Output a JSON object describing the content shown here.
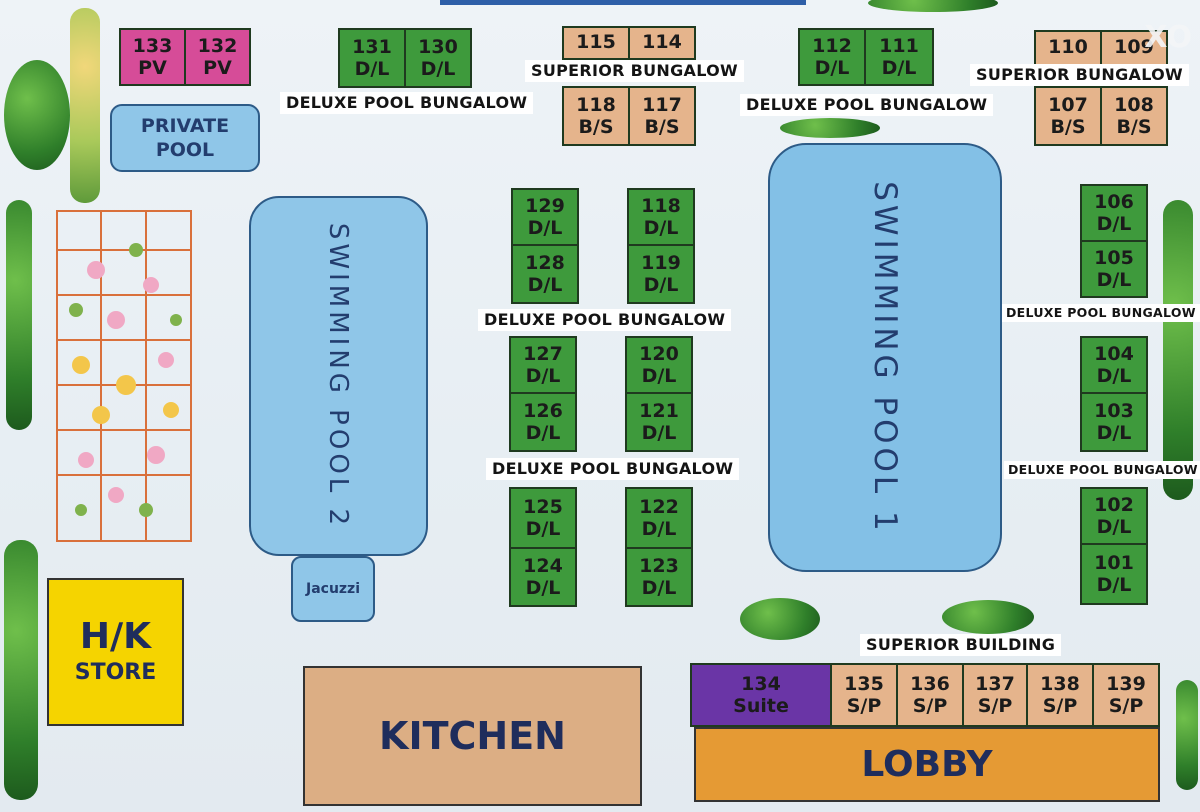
{
  "rooms": [
    {
      "id": "r133",
      "number": "133",
      "type": "PV"
    },
    {
      "id": "r132",
      "number": "132",
      "type": "PV"
    },
    {
      "id": "r131",
      "number": "131",
      "type": "D/L"
    },
    {
      "id": "r130",
      "number": "130",
      "type": "D/L"
    },
    {
      "id": "r115",
      "number": "115",
      "type": ""
    },
    {
      "id": "r114",
      "number": "114",
      "type": ""
    },
    {
      "id": "r118a",
      "number": "118",
      "type": "B/S"
    },
    {
      "id": "r117",
      "number": "117",
      "type": "B/S"
    },
    {
      "id": "r112",
      "number": "112",
      "type": "D/L"
    },
    {
      "id": "r111",
      "number": "111",
      "type": "D/L"
    },
    {
      "id": "r110",
      "number": "110",
      "type": ""
    },
    {
      "id": "r109",
      "number": "109",
      "type": ""
    },
    {
      "id": "r107",
      "number": "107",
      "type": "B/S"
    },
    {
      "id": "r108",
      "number": "108",
      "type": "B/S"
    },
    {
      "id": "r129",
      "number": "129",
      "type": "D/L"
    },
    {
      "id": "r128",
      "number": "128",
      "type": "D/L"
    },
    {
      "id": "r118b",
      "number": "118",
      "type": "D/L"
    },
    {
      "id": "r119",
      "number": "119",
      "type": "D/L"
    },
    {
      "id": "r127",
      "number": "127",
      "type": "D/L"
    },
    {
      "id": "r126",
      "number": "126",
      "type": "D/L"
    },
    {
      "id": "r120",
      "number": "120",
      "type": "D/L"
    },
    {
      "id": "r121",
      "number": "121",
      "type": "D/L"
    },
    {
      "id": "r125",
      "number": "125",
      "type": "D/L"
    },
    {
      "id": "r124",
      "number": "124",
      "type": "D/L"
    },
    {
      "id": "r122",
      "number": "122",
      "type": "D/L"
    },
    {
      "id": "r123",
      "number": "123",
      "type": "D/L"
    },
    {
      "id": "r106",
      "number": "106",
      "type": "D/L"
    },
    {
      "id": "r105",
      "number": "105",
      "type": "D/L"
    },
    {
      "id": "r104",
      "number": "104",
      "type": "D/L"
    },
    {
      "id": "r103",
      "number": "103",
      "type": "D/L"
    },
    {
      "id": "r102",
      "number": "102",
      "type": "D/L"
    },
    {
      "id": "r101",
      "number": "101",
      "type": "D/L"
    },
    {
      "id": "r134",
      "number": "134",
      "type": "Suite"
    },
    {
      "id": "r135",
      "number": "135",
      "type": "S/P"
    },
    {
      "id": "r136",
      "number": "136",
      "type": "S/P"
    },
    {
      "id": "r137",
      "number": "137",
      "type": "S/P"
    },
    {
      "id": "r138",
      "number": "138",
      "type": "S/P"
    },
    {
      "id": "r139",
      "number": "139",
      "type": "S/P"
    }
  ],
  "labels": {
    "superior_bungalow_left": "SUPERIOR BUNGALOW",
    "superior_bungalow_right": "SUPERIOR BUNGALOW",
    "deluxe_pool_bungalow_top_left": "DELUXE POOL BUNGALOW",
    "deluxe_pool_bungalow_top_mid": "DELUXE POOL BUNGALOW",
    "deluxe_pool_bungalow_center_1": "DELUXE POOL BUNGALOW",
    "deluxe_pool_bungalow_center_2": "DELUXE POOL BUNGALOW",
    "deluxe_pool_bungalow_right_1": "DELUXE POOL BUNGALOW",
    "deluxe_pool_bungalow_right_2": "DELUXE POOL BUNGALOW",
    "superior_building": "SUPERIOR BUILDING"
  },
  "facilities": {
    "private_pool": "PRIVATE POOL",
    "pool_1": "SWIMMING POOL 1",
    "pool_2": "SWIMMING POOL 2",
    "jacuzzi": "Jacuzzi",
    "hk_store_title": "H/K",
    "hk_store_sub": "STORE",
    "kitchen": "KITCHEN",
    "lobby": "LOBBY"
  },
  "colors": {
    "deluxe": "#3e9a3c",
    "superior": "#e5b48c",
    "private_villa": "#d64c98",
    "suite": "#6a35a6",
    "pool": "#8fc6e8",
    "hk_store": "#f5d400",
    "kitchen": "#dcae84",
    "lobby": "#e59a34"
  },
  "watermark": "XO"
}
